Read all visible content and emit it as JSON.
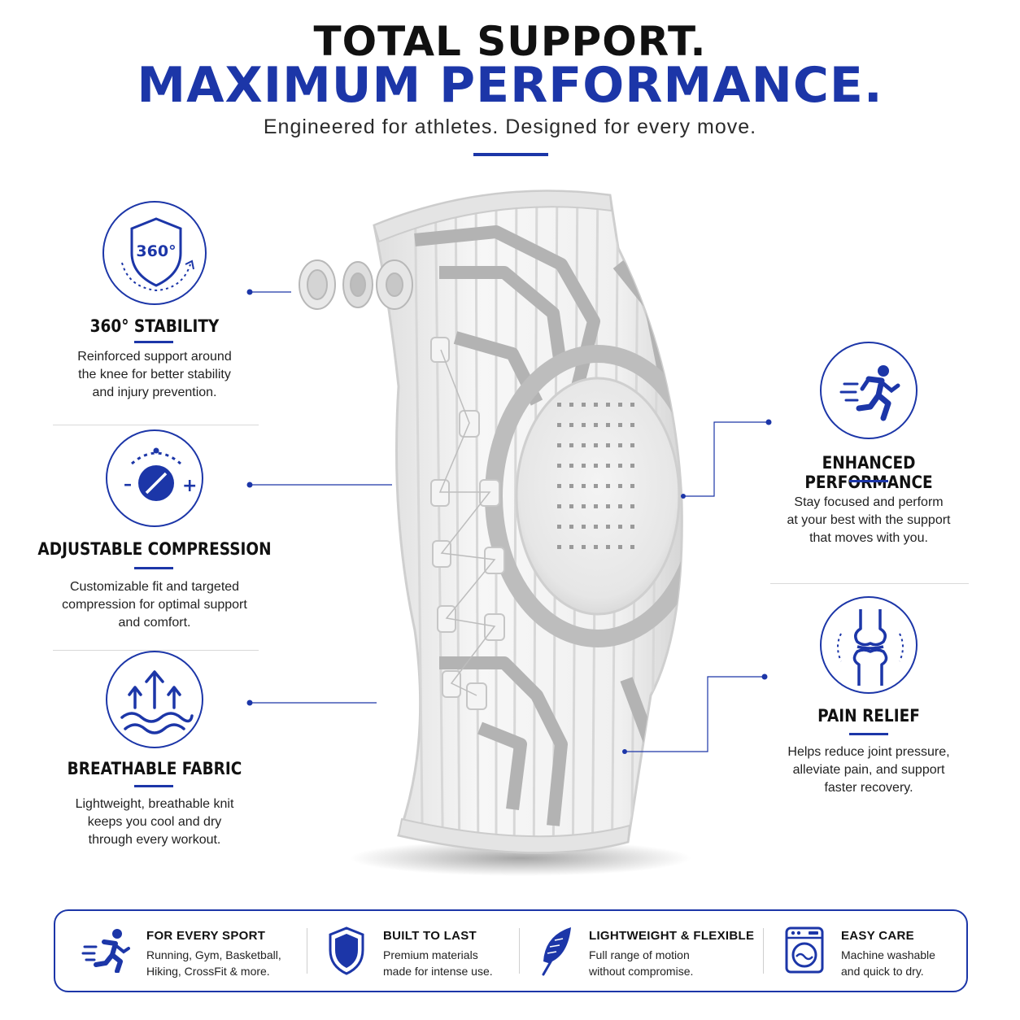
{
  "header": {
    "line1": "TOTAL SUPPORT.",
    "line2": "MAXIMUM PERFORMANCE.",
    "tagline": "Engineered for athletes. Designed for every move."
  },
  "features_left": [
    {
      "icon": "shield-360-icon",
      "icon_text": "360°",
      "title": "360° STABILITY",
      "desc": [
        "Reinforced support around",
        "the knee for better stability",
        "and injury prevention."
      ]
    },
    {
      "icon": "compression-dial-icon",
      "icon_minus": "–",
      "icon_plus": "+",
      "title": "ADJUSTABLE COMPRESSION",
      "desc": [
        "Customizable fit and targeted",
        "compression for optimal support",
        "and comfort."
      ]
    },
    {
      "icon": "airflow-arrows-icon",
      "title": "BREATHABLE FABRIC",
      "desc": [
        "Lightweight, breathable knit",
        "keeps you cool and dry",
        "through every workout."
      ]
    }
  ],
  "features_right": [
    {
      "icon": "runner-icon",
      "title": "ENHANCED PERFORMANCE",
      "desc": [
        "Stay focused and perform",
        "at your best with the support",
        "that moves with you."
      ]
    },
    {
      "icon": "knee-joint-icon",
      "title": "PAIN RELIEF",
      "desc": [
        "Helps reduce joint pressure,",
        "alleviate pain, and support",
        "faster recovery."
      ]
    }
  ],
  "bottom_bar": [
    {
      "icon": "runner-icon",
      "title": "FOR EVERY SPORT",
      "desc": [
        "Running, Gym, Basketball,",
        "Hiking, CrossFit & more."
      ]
    },
    {
      "icon": "shield-icon",
      "title": "BUILT TO LAST",
      "desc": [
        "Premium materials",
        "made for intense use."
      ]
    },
    {
      "icon": "feather-icon",
      "title": "LIGHTWEIGHT & FLEXIBLE",
      "desc": [
        "Full range of motion",
        "without compromise."
      ]
    },
    {
      "icon": "washing-machine-icon",
      "title": "EASY CARE",
      "desc": [
        "Machine washable",
        "and quick to dry."
      ]
    }
  ],
  "colors": {
    "accent": "#1c36a8",
    "text": "#111111",
    "fabric_light": "#f2f2f2",
    "fabric_grey": "#b9b9b9"
  }
}
